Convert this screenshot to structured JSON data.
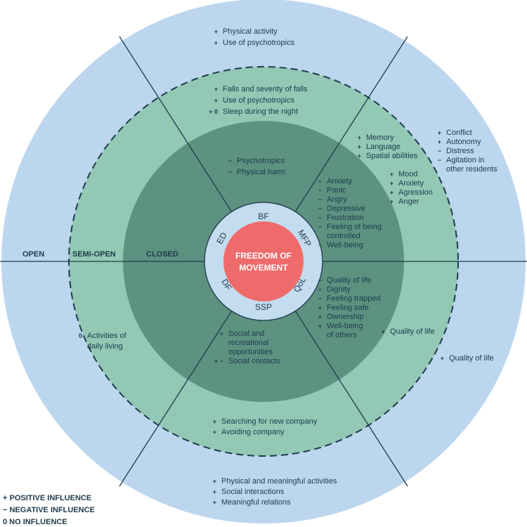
{
  "colors": {
    "outer_ring": "#bcd6ee",
    "middle_ring": "#92c8b4",
    "inner_ring": "#5e9280",
    "hub_ring": "#c4dcf0",
    "center": "#ef6b6b",
    "lines": "#1d3a4c"
  },
  "center": {
    "label_line1": "FREEDOM OF",
    "label_line2": "MOVEMENT"
  },
  "hub_labels": {
    "bf": "BF",
    "mfp": "MFP",
    "qol": "QoL",
    "ssp": "SSP",
    "df": "DF",
    "ed": "ED"
  },
  "ring_labels": {
    "open": "OPEN",
    "semi_open": "SEMI-OPEN",
    "closed": "CLOSED"
  },
  "legend": {
    "positive": "+ POSITIVE INFLUENCE",
    "negative": "− NEGATIVE INFLUENCE",
    "none": "0 NO INFLUENCE"
  },
  "groups": {
    "open_top": [
      {
        "sym": "+",
        "text": "Physical activity"
      },
      {
        "sym": "+",
        "text": "Use of psychotropics"
      }
    ],
    "semi_top": [
      {
        "sym": "+",
        "text": "Falls and severity of falls"
      },
      {
        "sym": "+",
        "text": "Use of psychotropics"
      },
      {
        "sym": "+ 0",
        "text": "Sleep during the night"
      }
    ],
    "closed_top": [
      {
        "sym": "−",
        "text": "Psychotropics"
      },
      {
        "sym": "−",
        "text": "Physical harm"
      }
    ],
    "semi_upper_right": [
      {
        "sym": "+",
        "text": "Memory"
      },
      {
        "sym": "+",
        "text": "Language"
      },
      {
        "sym": "+",
        "text": "Spatial abilities"
      }
    ],
    "semi_right_mood": [
      {
        "sym": "+",
        "text": "Mood"
      },
      {
        "sym": "+",
        "text": "Anxiety"
      },
      {
        "sym": "+",
        "text": "Agression"
      },
      {
        "sym": "+",
        "text": "Anger"
      }
    ],
    "open_upper_right": [
      {
        "sym": "+",
        "text": "Conflict"
      },
      {
        "sym": "+",
        "text": "Autonomy"
      },
      {
        "sym": "−",
        "text": "Distress"
      },
      {
        "sym": "−",
        "text": "Agitation in"
      },
      {
        "sym": "",
        "text": "other residents"
      }
    ],
    "closed_right_upper": [
      {
        "sym": "−",
        "text": "Anxiety"
      },
      {
        "sym": "−",
        "text": "Panic"
      },
      {
        "sym": "−",
        "text": "Angry"
      },
      {
        "sym": "−",
        "text": "Depressive"
      },
      {
        "sym": "−",
        "text": "Frustration"
      },
      {
        "sym": "−",
        "text": "Feeling of being"
      },
      {
        "sym": "",
        "text": "controlled"
      },
      {
        "sym": "−",
        "text": "Well-being"
      }
    ],
    "closed_right_lower": [
      {
        "sym": "−",
        "text": "Quality of life"
      },
      {
        "sym": "−",
        "text": "Dignity"
      },
      {
        "sym": "−",
        "text": "Feeling trapped"
      },
      {
        "sym": "+",
        "text": "Feeling safe"
      },
      {
        "sym": "+",
        "text": "Ownership"
      },
      {
        "sym": "+",
        "text": "Well-being"
      },
      {
        "sym": "",
        "text": "of others"
      }
    ],
    "semi_lower_right": [
      {
        "sym": "+",
        "text": "Quality of life"
      }
    ],
    "open_lower_right": [
      {
        "sym": "+",
        "text": "Quality of life"
      }
    ],
    "semi_left": [
      {
        "sym": "0",
        "text": "Activities of"
      },
      {
        "sym": "",
        "text": "daily living"
      }
    ],
    "closed_bottom": [
      {
        "sym": "+",
        "text": "Social and"
      },
      {
        "sym": "",
        "text": "recreational"
      },
      {
        "sym": "",
        "text": "opportunities"
      },
      {
        "sym": "+ −",
        "text": "Social contacts"
      }
    ],
    "semi_bottom": [
      {
        "sym": "+",
        "text": "Searching for new company"
      },
      {
        "sym": "+",
        "text": "Avoiding company"
      }
    ],
    "open_bottom": [
      {
        "sym": "+",
        "text": "Physical and meaningful activities"
      },
      {
        "sym": "+",
        "text": "Social interactions"
      },
      {
        "sym": "+",
        "text": "Meaningful relations"
      }
    ]
  }
}
